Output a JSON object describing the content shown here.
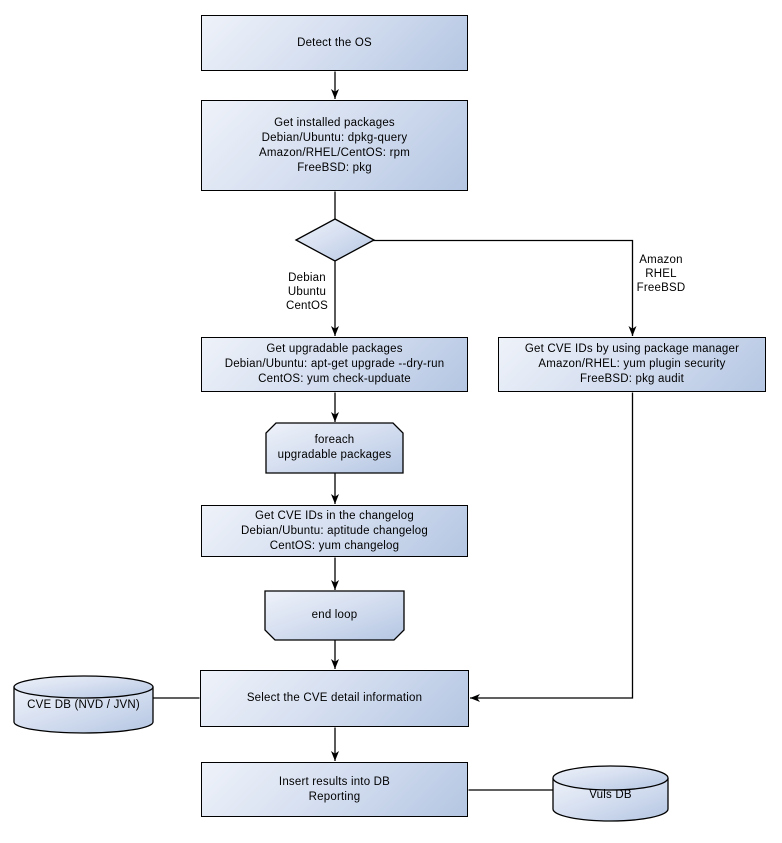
{
  "colors": {
    "background": "#ffffff",
    "shape_gradient_start": "#eef2f9",
    "shape_gradient_end": "#b4c6e2",
    "border": "#000000",
    "connector": "#000000",
    "text": "#000000"
  },
  "flowchart": {
    "nodes": {
      "detect_os": "Detect the OS",
      "get_installed_packages": "Get installed packages\nDebian/Ubuntu: dpkg-query\nAmazon/RHEL/CentOS: rpm\nFreeBSD: pkg",
      "get_upgradable_packages": "Get upgradable packages\nDebian/Ubuntu: apt-get upgrade --dry-run\nCentOS: yum check-upduate",
      "get_cve_ids_package_manager": "Get CVE IDs by using package manager\nAmazon/RHEL: yum plugin security\nFreeBSD: pkg audit",
      "foreach_loop_start": "foreach\nupgradable packages",
      "get_cve_ids_changelog": "Get CVE IDs in the changelog\nDebian/Ubuntu: aptitude changelog\nCentOS: yum changelog",
      "end_loop": "end loop",
      "select_cve_detail": "Select the CVE detail information",
      "insert_results": "Insert results into DB\nReporting",
      "cve_db": "CVE DB (NVD / JVN)",
      "vuls_db": "Vuls DB"
    },
    "edge_labels": {
      "left_branch": "Debian\nUbuntu\nCentOS",
      "right_branch": "Amazon\nRHEL\nFreeBSD"
    }
  }
}
